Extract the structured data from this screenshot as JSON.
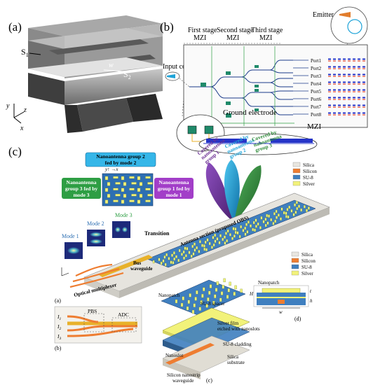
{
  "panel_a": {
    "letter": "(a)",
    "s1": "S",
    "s1_sub": "1",
    "s2": "S",
    "s2_sub": "2",
    "w": "w",
    "axis_y": "y",
    "axis_z": "z",
    "axis_x": "x"
  },
  "panel_b": {
    "letter": "(b)",
    "stage1": "First stage",
    "stage2": "Second stage",
    "stage3": "Third stage",
    "mzi": "MZI",
    "input_coupler": "Input coupler",
    "emitter": "Emitter",
    "ground_electrode": "Ground electrode",
    "mzi_label": "MZI",
    "ports": [
      "Port1",
      "Port2",
      "Port3",
      "Port4",
      "Port5",
      "Port6",
      "Port7",
      "Port8"
    ]
  },
  "panel_c": {
    "letter": "(c)",
    "group2": [
      "Nanoantenna group 2",
      "fed by mode 2"
    ],
    "group3": [
      "Nanoantenna",
      "group 3 fed by",
      "mode 3"
    ],
    "group1": [
      "Nanoantenna",
      "group 1 fed by",
      "mode 1"
    ],
    "beam_labels": [
      [
        "Covered by",
        "nanoantenna",
        "group 1"
      ],
      [
        "Covered by",
        "nanoantenna",
        "group 2"
      ],
      [
        "Covered by",
        "nanoantenna",
        "group 3"
      ]
    ],
    "legend_top": [
      "Silica",
      "Silicon",
      "SU-8",
      "Silver"
    ],
    "legend_bottom": [
      "Silica",
      "Silicon",
      "SU-8",
      "Silver"
    ],
    "mode1": "Mode 1",
    "mode2": "Mode 2",
    "mode3": "Mode 3",
    "transition": "Transition",
    "antenna_section": "Antenna section (proposed OBS)",
    "bus_waveguide": [
      "Bus",
      "waveguide"
    ],
    "optical_multiplexer": "Optical multiplexer",
    "sub_a": "(a)",
    "sub_b": "(b)",
    "sub_c": "(c)",
    "sub_d": "(d)",
    "pbs": "PBS",
    "adc": "ADC",
    "i_labels": [
      "I",
      "I",
      "I"
    ],
    "i_subs": [
      "1",
      "2",
      "3"
    ],
    "su8_spacer": "SU-8 spacer",
    "silver_films": [
      "Silver film",
      "etched with nanoslots"
    ],
    "su8_cladding": "SU-8 cladding",
    "silica_substrate": [
      "Silica",
      "substrate"
    ],
    "silicon_waveguide": [
      "Silicon nanostrip",
      "waveguide"
    ],
    "nanopatch": "Nanopatch",
    "nanopatch2": "Nanopatch",
    "nanoslot": "Nanoslot",
    "d_w": "w",
    "d_h": "h",
    "d_t": "t",
    "d_H": "H"
  },
  "colors": {
    "silica": "#e8e6e0",
    "silicon": "#ee7d31",
    "su8": "#3f7fbf",
    "silver": "#f2f27a",
    "green_label": "#2e9e44",
    "blue_label": "#35b6e8",
    "purple_label": "#a23ec8",
    "beam_purple": "#6b2f93",
    "beam_blue": "#1ea3d8",
    "beam_green": "#2f8a3a"
  }
}
